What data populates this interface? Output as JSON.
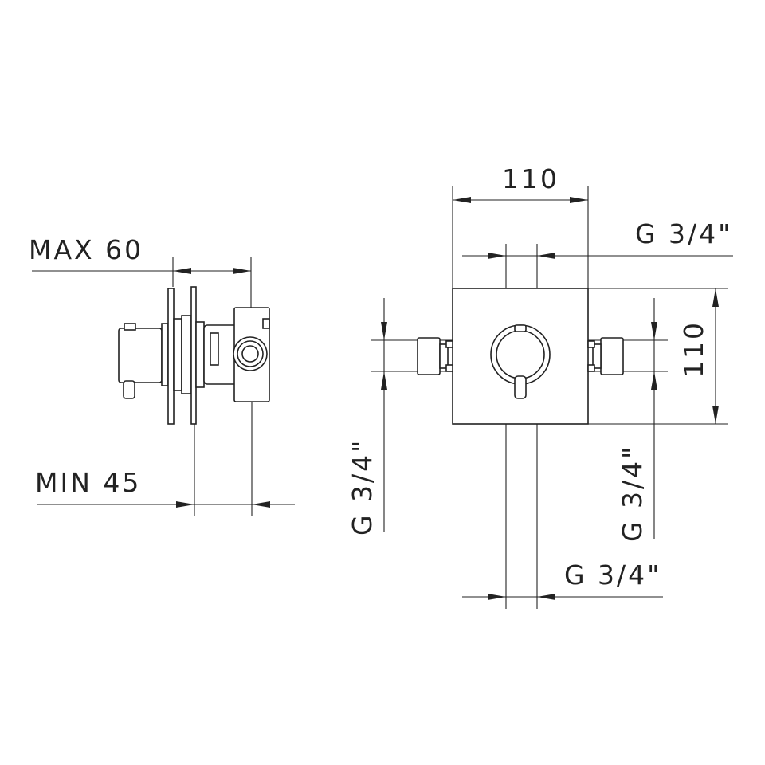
{
  "side_view": {
    "max_label": "MAX 60",
    "min_label": "MIN 45"
  },
  "front_view": {
    "width_label": "110",
    "height_label": "110",
    "thread_top": "G 3/4\"",
    "thread_bottom": "G 3/4\"",
    "thread_left": "G 3/4\"",
    "thread_right": "G 3/4\""
  },
  "colors": {
    "ink": "#222222",
    "background": "#ffffff"
  }
}
